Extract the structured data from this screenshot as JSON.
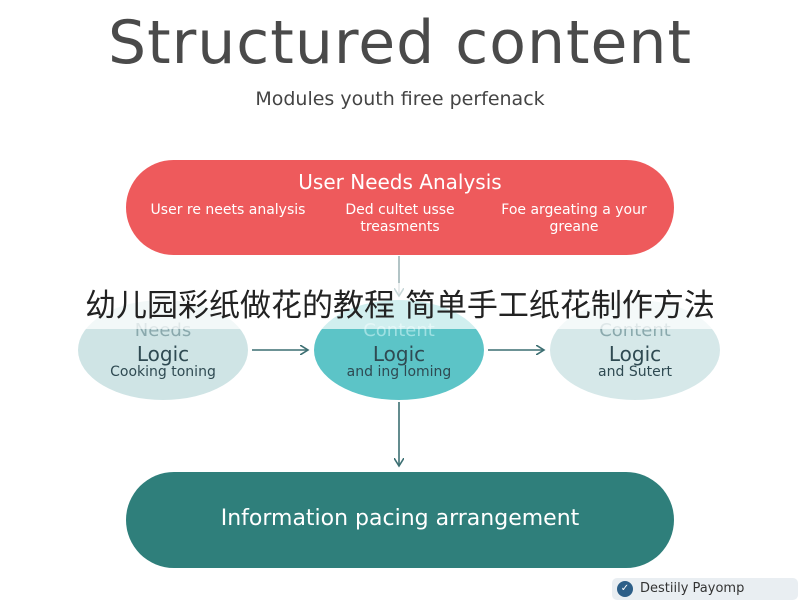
{
  "title": "Structured content",
  "subtitle": "Modules youth firee perfenack",
  "top_box": {
    "heading": "User Needs Analysis",
    "columns": [
      "User re neets analysis",
      "Ded cultet usse treasments",
      "Foe argeating a your greane"
    ]
  },
  "nodes": [
    {
      "label": "Needs",
      "main": "Logic",
      "desc": "Cooking toning"
    },
    {
      "label": "Content",
      "main": "Logic",
      "desc": "and ing loming"
    },
    {
      "label": "Content",
      "main": "Logic",
      "desc": "and Sutert"
    }
  ],
  "bottom_box": {
    "text": "Information pacing arrangement"
  },
  "overlay_caption": "幼儿园彩纸做花的教程 简单手工纸花制作方法",
  "badge": {
    "text": "Destiily Payomp",
    "icon": "check-badge-icon"
  },
  "colors": {
    "top_box": "#ee5a5c",
    "bottom_box": "#2f7f7b",
    "node_center": "#5cc4c7",
    "node_side": "#cfe4e5"
  }
}
